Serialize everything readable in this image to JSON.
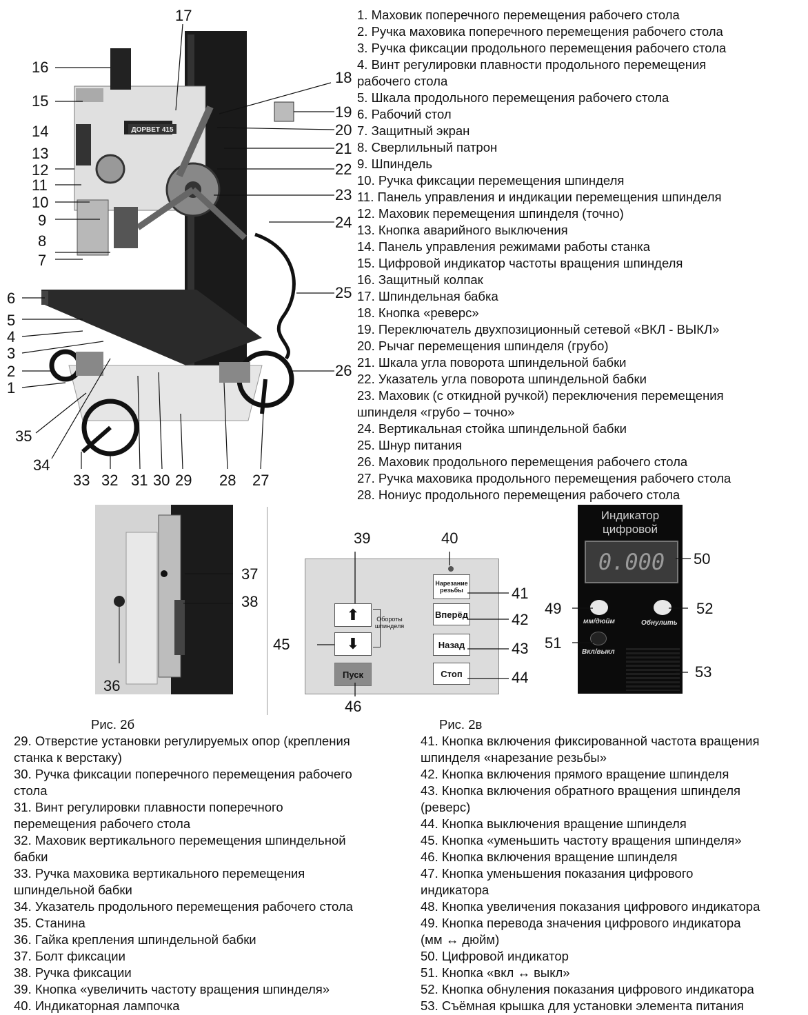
{
  "machine_callouts": [
    "17",
    "16",
    "15",
    "14",
    "13",
    "12",
    "11",
    "10",
    "9",
    "8",
    "7",
    "6",
    "5",
    "4",
    "3",
    "2",
    "1",
    "35",
    "34",
    "33",
    "32",
    "31",
    "30",
    "29",
    "28",
    "27",
    "26",
    "25",
    "24",
    "23",
    "22",
    "21",
    "20",
    "19",
    "18"
  ],
  "brand_plate": "ДОРВЕТ 415",
  "legend_top": [
    "1. Маховик поперечного перемещения рабочего стола",
    "2. Ручка маховика поперечного перемещения рабочего стола",
    "3. Ручка фиксации продольного перемещения рабочего стола",
    "4. Винт регулировки плавности продольного перемещения",
    "рабочего стола",
    "5. Шкала продольного перемещения рабочего стола",
    "6. Рабочий стол",
    "7. Защитный экран",
    "8. Сверлильный патрон",
    "9. Шпиндель",
    "10. Ручка фиксации перемещения шпинделя",
    "11. Панель управления и индикации перемещения шпинделя",
    "12. Маховик перемещения шпинделя (точно)",
    "13. Кнопка аварийного выключения",
    "14. Панель управления режимами работы станка",
    "15. Цифровой индикатор частоты вращения шпинделя",
    "16. Защитный колпак",
    "17. Шпиндельная бабка",
    "18. Кнопка «реверс»",
    "19. Переключатель двухпозиционный сетевой «ВКЛ - ВЫКЛ»",
    "20. Рычаг перемещения шпинделя (грубо)",
    "21. Шкала угла поворота шпиндельной бабки",
    "22. Указатель угла поворота шпиндельной бабки",
    "23. Маховик (с откидной ручкой) переключения перемещения",
    "шпинделя «грубо – точно»",
    "24. Вертикальная стойка шпиндельной бабки",
    "25. Шнур питания",
    "26. Маховик продольного перемещения рабочего стола",
    "27. Ручка маховика продольного перемещения рабочего стола",
    "28. Нониус продольного перемещения рабочего стола"
  ],
  "fig2b": {
    "caption": "Рис. 2б",
    "callouts": [
      "37",
      "38",
      "36"
    ]
  },
  "fig2v": {
    "caption": "Рис. 2в"
  },
  "panel": {
    "btn_thread": "Нарезание резьбы",
    "btn_forward": "Вперёд",
    "btn_back": "Назад",
    "btn_stop": "Стоп",
    "btn_start": "Пуск",
    "speed_label": "Обороты шпинделя",
    "callouts": {
      "c39": "39",
      "c40": "40",
      "c41": "41",
      "c42": "42",
      "c43": "43",
      "c44": "44",
      "c45": "45",
      "c46": "46"
    }
  },
  "indicator": {
    "title_line1": "Индикатор",
    "title_line2": "цифровой",
    "display": "0.000",
    "btn_mm": "мм/дюйм",
    "btn_zero": "Обнулить",
    "btn_power": "Вкл/выкл",
    "callouts": {
      "c49": "49",
      "c50": "50",
      "c51": "51",
      "c52": "52",
      "c53": "53"
    }
  },
  "list_left": [
    "29. Отверстие установки регулируемых опор (крепления",
    "станка к верстаку)",
    "30. Ручка фиксации поперечного перемещения рабочего",
    "стола",
    "31. Винт регулировки плавности поперечного",
    "перемещения рабочего стола",
    "32. Маховик вертикального перемещения шпиндельной",
    "бабки",
    "33. Ручка маховика вертикального перемещения",
    "шпиндельной бабки",
    "34. Указатель продольного перемещения рабочего стола",
    "35. Станина",
    "36. Гайка крепления шпиндельной бабки",
    "37. Болт фиксации",
    "38. Ручка фиксации",
    "39. Кнопка «увеличить частоту вращения шпинделя»",
    "40. Индикаторная лампочка"
  ],
  "list_right": [
    "41. Кнопка включения фиксированной частота вращения",
    "шпинделя «нарезание резьбы»",
    "42. Кнопка включения прямого вращение шпинделя",
    "43. Кнопка включения обратного вращения шпинделя",
    "(реверс)",
    "44. Кнопка выключения вращение шпинделя",
    "45. Кнопка «уменьшить частоту вращения шпинделя»",
    "46. Кнопка включения вращение шпинделя",
    "47. Кнопка уменьшения показания цифрового",
    "индикатора",
    "48. Кнопка увеличения показания цифрового индикатора",
    "49. Кнопка перевода значения цифрового индикатора",
    "(мм ↔ дюйм)",
    "50. Цифровой индикатор",
    "51. Кнопка «вкл ↔ выкл»",
    "52. Кнопка обнуления показания цифрового индикатора",
    "53. Съёмная крышка для установки элемента питания"
  ]
}
